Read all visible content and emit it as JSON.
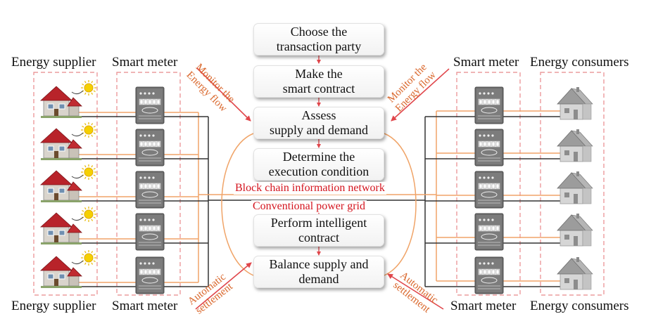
{
  "left": {
    "supplier_label_top": "Energy supplier",
    "meter_label_top": "Smart meter",
    "supplier_label_bottom": "Energy supplier",
    "meter_label_bottom": "Smart meter"
  },
  "right": {
    "meter_label_top": "Smart meter",
    "consumer_label_top": "Energy consumers",
    "meter_label_bottom": "Smart meter",
    "consumer_label_bottom": "Energy consumers"
  },
  "steps": [
    {
      "line1": "Choose the",
      "line2": "transaction party"
    },
    {
      "line1": "Make the",
      "line2": "smart contract"
    },
    {
      "line1": "Assess",
      "line2": "supply and demand"
    },
    {
      "line1": "Determine the",
      "line2": "execution condition"
    },
    {
      "line1": "Perform intelligent",
      "line2": "contract"
    },
    {
      "line1": "Balance supply and",
      "line2": "demand"
    }
  ],
  "networks": {
    "blockchain": "Block chain information network",
    "power_grid": "Conventional power grid"
  },
  "annotations": {
    "monitor_left_1": "Monitor the",
    "monitor_left_2": "Energy flow",
    "monitor_right_1": "Monitor the",
    "monitor_right_2": "Energy flow",
    "settle_left_1": "Automatic",
    "settle_left_2": "settlement",
    "settle_right_1": "Automatic",
    "settle_right_2": "settlement"
  },
  "colors": {
    "dashed_box": "#e8898b",
    "arrow": "#e0464b",
    "orange_line": "#f0a468",
    "grid_line": "#333333",
    "network_text": "#d4141e",
    "annotation_text": "#d9662a"
  },
  "icons": {
    "supplier": "solar-house-icon",
    "meter": "smart-meter-icon",
    "consumer": "house-icon"
  }
}
